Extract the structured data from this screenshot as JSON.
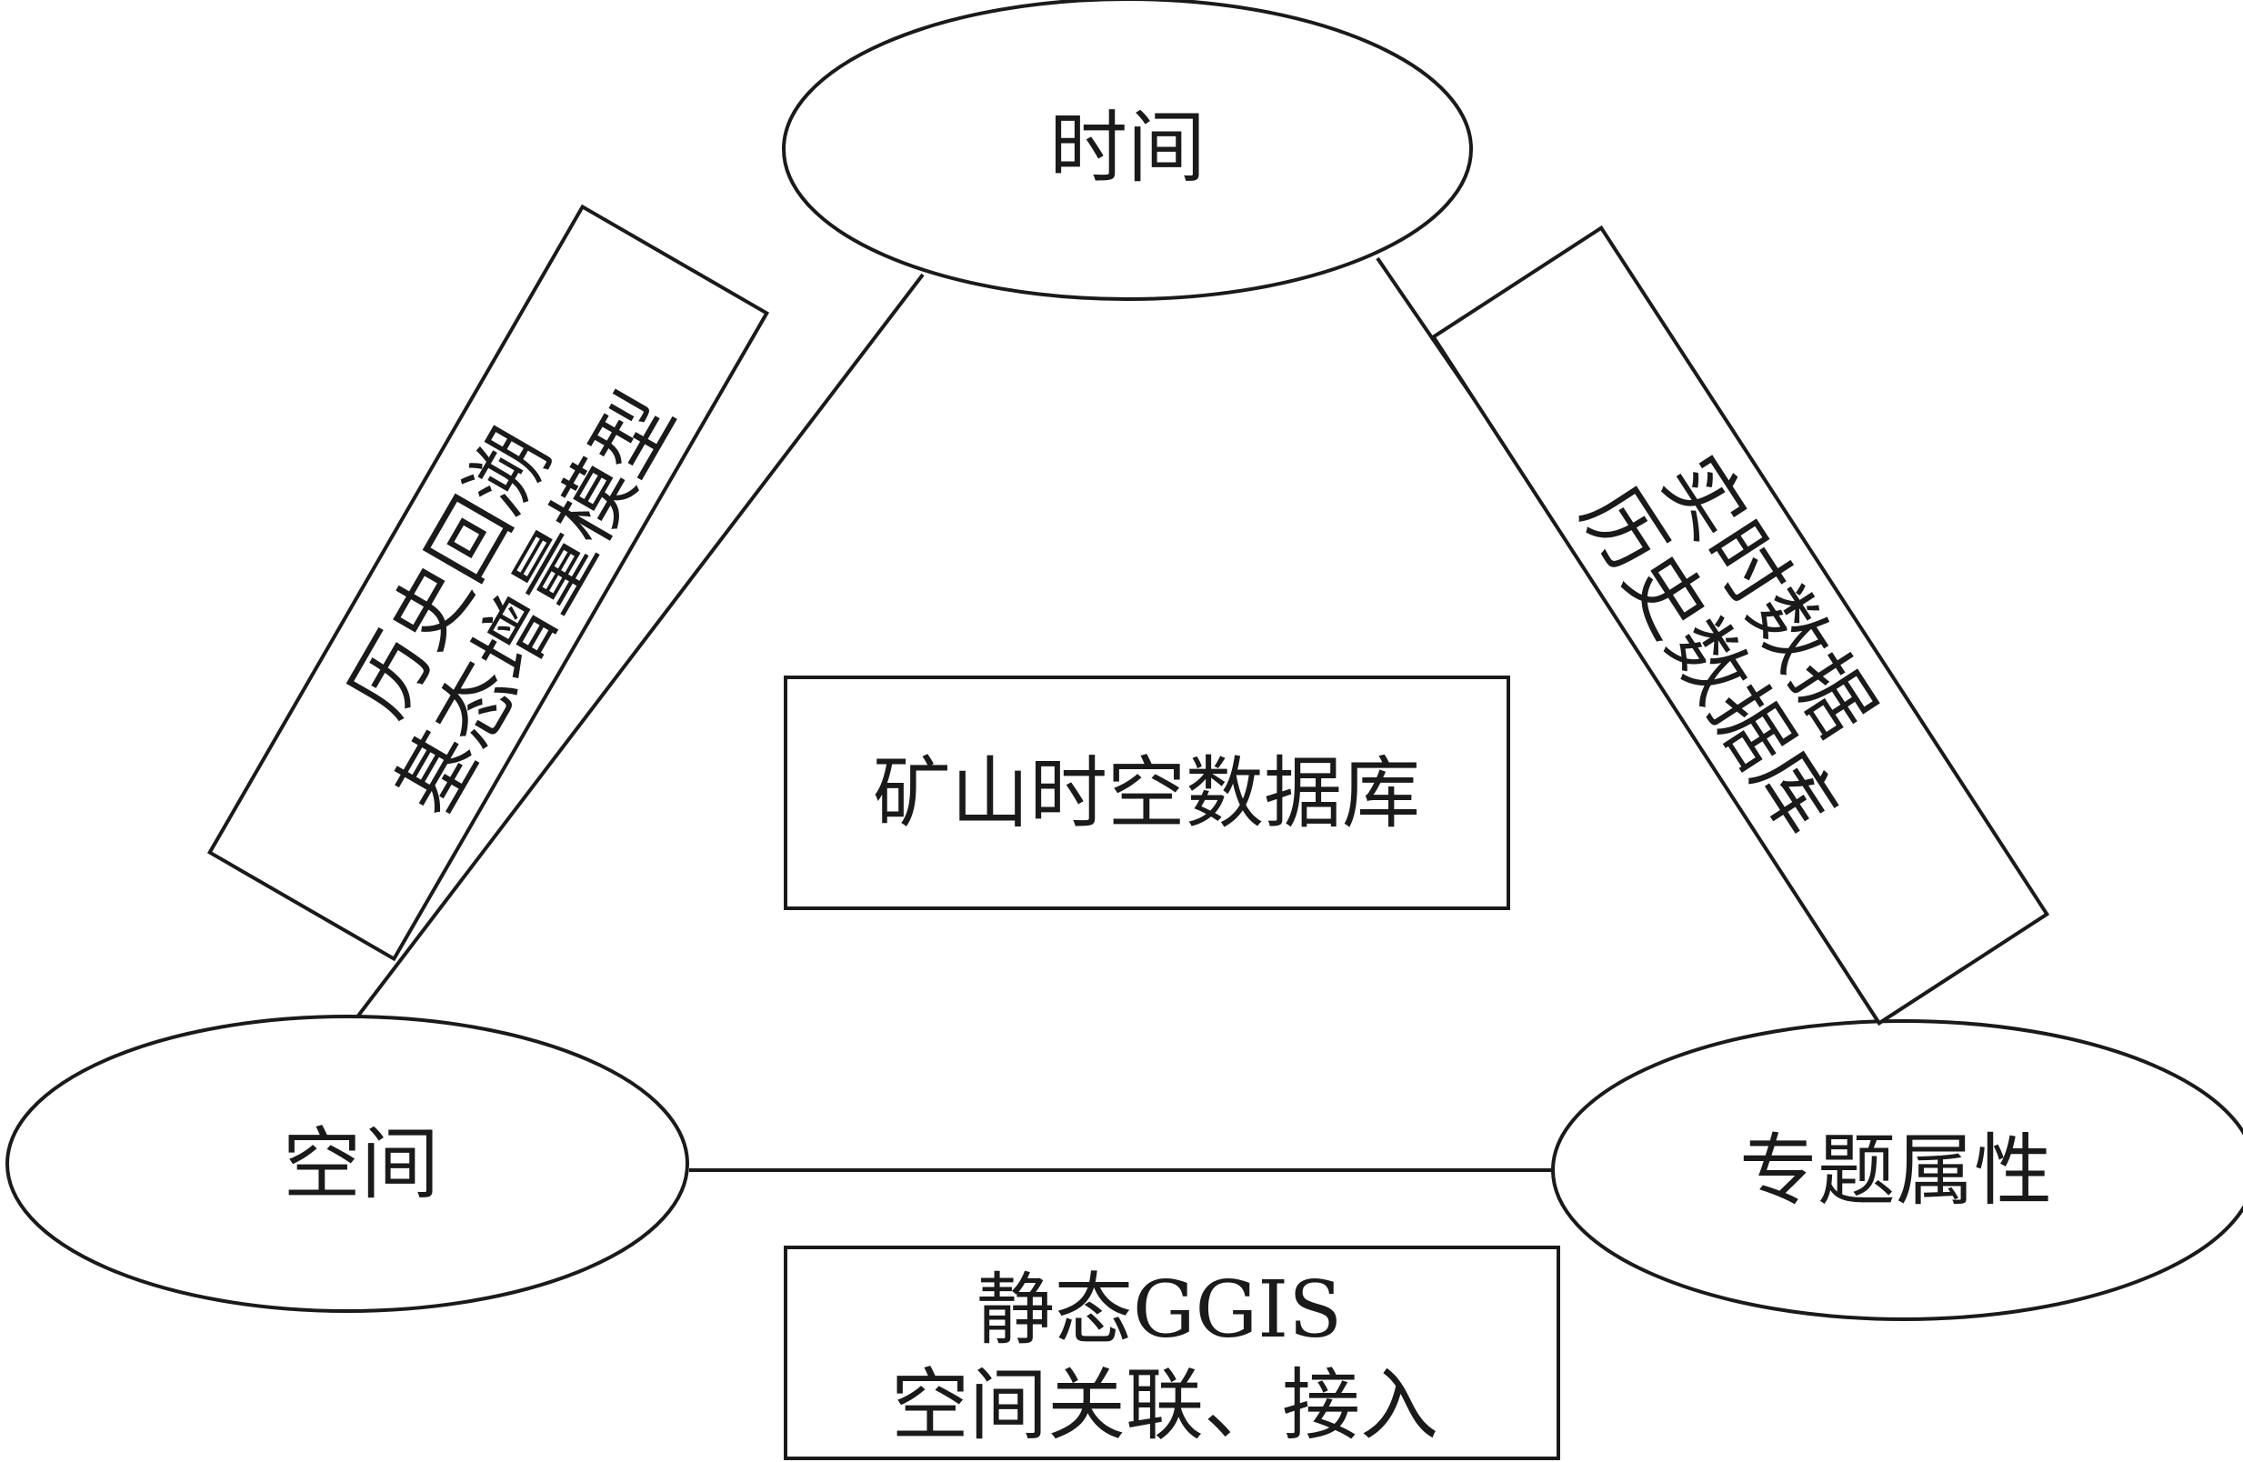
{
  "nodes": {
    "time": "时间",
    "space": "空间",
    "attribute": "专题属性"
  },
  "center_box": "矿山时空数据库",
  "edge_labels": {
    "left": [
      "历史回溯",
      "基态增量模型"
    ],
    "right": [
      "实时数据",
      "历史数据库"
    ],
    "bottom": [
      "静态GGIS",
      "空间关联、接入"
    ]
  }
}
